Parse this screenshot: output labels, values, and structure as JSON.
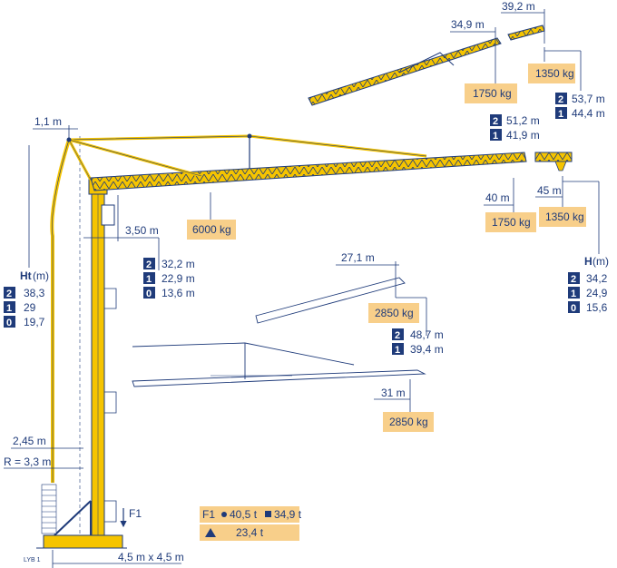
{
  "colors": {
    "crane_yellow": "#f5c400",
    "outline": "#1f3b7a",
    "load_box": "#f8cf8a",
    "badge": "#1f3b7a"
  },
  "dimensions": {
    "top_jib_tip": "39,2 m",
    "top_jib_mid": "34,9 m",
    "mast_offset": "1,1 m",
    "jib_offset": "3,50 m",
    "main_40": "40 m",
    "main_45": "45 m",
    "mid_jib": "27,1 m",
    "low_jib": "31 m",
    "r_245": "2,45 m",
    "radius": "R = 3,3 m",
    "base": "4,5 m x 4,5 m"
  },
  "loads": {
    "top_1350": "1350 kg",
    "top_1750": "1750 kg",
    "main_6000": "6000 kg",
    "main_1750": "1750 kg",
    "main_1350": "1350 kg",
    "mid_2850": "2850 kg",
    "low_2850": "2850 kg"
  },
  "ht_table": {
    "title": "Ht",
    "unit": " (m)",
    "rows": [
      {
        "badge": "2",
        "value": "38,3"
      },
      {
        "badge": "1",
        "value": "29"
      },
      {
        "badge": "0",
        "value": "19,7"
      }
    ]
  },
  "h_table": {
    "title": "H",
    "unit": " (m)",
    "rows": [
      {
        "badge": "2",
        "value": "34,2"
      },
      {
        "badge": "1",
        "value": "24,9"
      },
      {
        "badge": "0",
        "value": "15,6"
      }
    ]
  },
  "near_table": {
    "rows": [
      {
        "badge": "2",
        "value": "32,2 m"
      },
      {
        "badge": "1",
        "value": "22,9 m"
      },
      {
        "badge": "0",
        "value": "13,6 m"
      }
    ]
  },
  "top_table": {
    "rows": [
      {
        "badge": "2",
        "value": "51,2 m"
      },
      {
        "badge": "1",
        "value": "41,9 m"
      }
    ]
  },
  "topright_table": {
    "rows": [
      {
        "badge": "2",
        "value": "53,7 m"
      },
      {
        "badge": "1",
        "value": "44,4 m"
      }
    ]
  },
  "mid_table": {
    "rows": [
      {
        "badge": "2",
        "value": "48,7 m"
      },
      {
        "badge": "1",
        "value": "39,4 m"
      }
    ]
  },
  "force": {
    "label": "F1",
    "row1_label": "F1",
    "row1_a": "40,5 t",
    "row1_b": "34,9 t",
    "row2": "23,4 t"
  },
  "model": "LYB 1"
}
